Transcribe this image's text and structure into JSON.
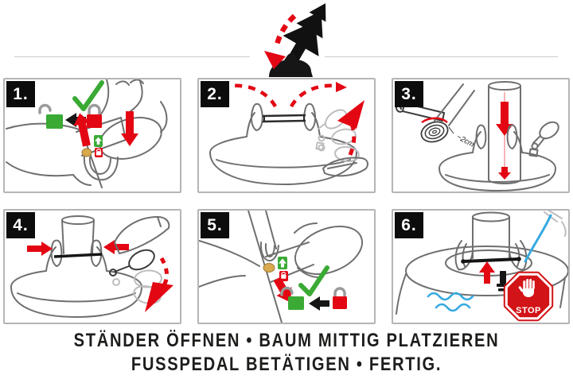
{
  "hero": {
    "icons": [
      "christmas-tree-icon",
      "curved-dashed-arrow-icon",
      "tree-stand-icon"
    ]
  },
  "steps": [
    {
      "number": "1.",
      "icons": [
        "checkmark-icon",
        "open-padlock-icon",
        "arrow-left-icon",
        "closed-padlock-icon",
        "arrow-down-icon",
        "arrow-up-icon",
        "foot-icon",
        "pedal-icon"
      ]
    },
    {
      "number": "2.",
      "icons": [
        "tree-stand-icon",
        "dashed-arrow-left-icon",
        "dashed-arrow-right-icon",
        "dashed-arrow-up-icon",
        "pedal-icon"
      ]
    },
    {
      "number": "3.",
      "label": "~2cm",
      "icons": [
        "trunk-icon",
        "arrow-down-icon",
        "saw-icon",
        "trunk-slice-icon",
        "tree-stand-icon"
      ]
    },
    {
      "number": "4.",
      "icons": [
        "tree-stand-icon",
        "arrow-inward-left-icon",
        "arrow-inward-right-icon",
        "shoe-icon",
        "pedal-icon",
        "dashed-arrow-down-icon"
      ]
    },
    {
      "number": "5.",
      "icons": [
        "foot-icon",
        "pedal-icon",
        "arrow-down-icon",
        "checkmark-icon",
        "open-padlock-icon",
        "arrow-left-icon",
        "closed-padlock-icon"
      ]
    },
    {
      "number": "6.",
      "stop_label": "STOP",
      "icons": [
        "trunk-icon",
        "clamp-icon",
        "water-stream-icon",
        "water-waves-icon",
        "level-indicator-icon",
        "arrow-up-icon",
        "stop-sign-icon",
        "hand-icon"
      ]
    }
  ],
  "caption": {
    "line1": "STÄNDER ÖFFNEN • BAUM MITTIG PLATZIEREN",
    "line2": "FUSSPEDAL BETÄTIGEN • FERTIG."
  },
  "colors": {
    "red": "#e30613",
    "green": "#3aaa35",
    "blue": "#36a9e1",
    "gold": "#d9a94f",
    "outline_gray": "#6f6f6f",
    "ghost_gray": "#bdbdbd",
    "panel_border": "#b5b5b5",
    "divider": "#c9c9c9",
    "text": "#1d1d1b",
    "badge_bg": "#0c0c0c"
  }
}
